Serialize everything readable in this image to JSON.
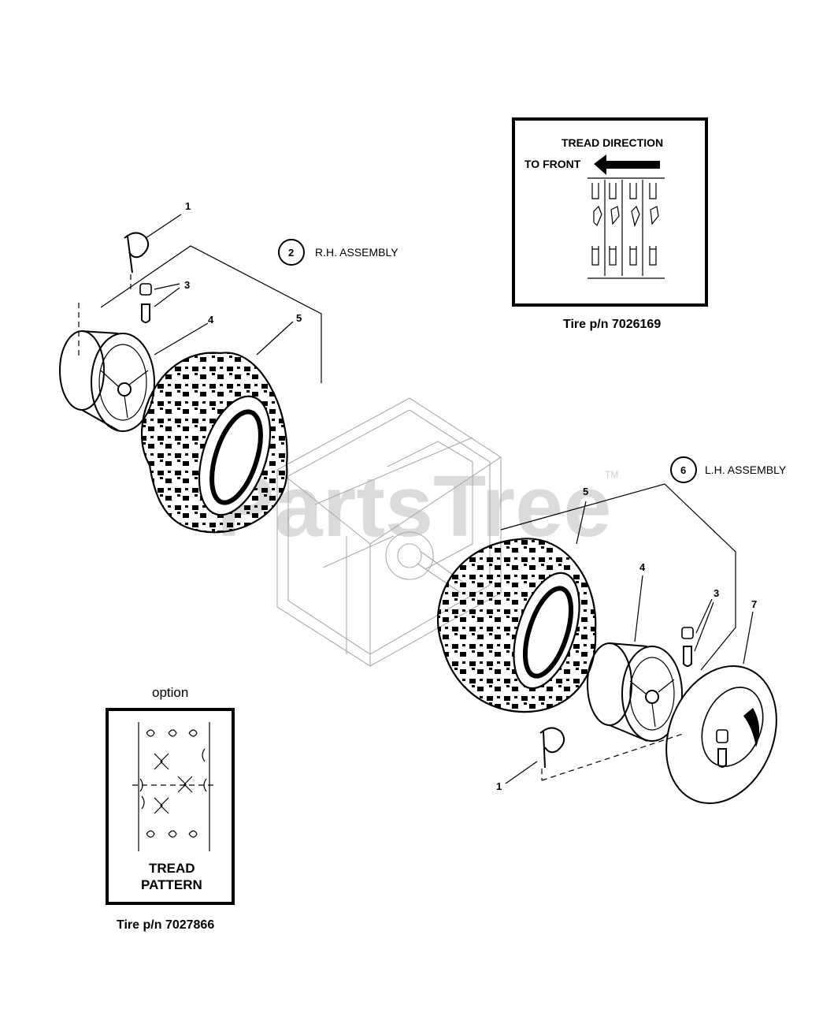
{
  "watermark": {
    "text": "PartsTree",
    "trademark": "TM"
  },
  "tread_direction_box": {
    "title": "TREAD DIRECTION",
    "arrow_label": "TO FRONT",
    "caption": "Tire p/n 7026169"
  },
  "tread_pattern_box": {
    "header": "option",
    "label_line1": "TREAD",
    "label_line2": "PATTERN",
    "caption": "Tire p/n 7027866"
  },
  "assemblies": {
    "rh": {
      "ref": "2",
      "label": "R.H. ASSEMBLY"
    },
    "lh": {
      "ref": "6",
      "label": "L.H. ASSEMBLY"
    }
  },
  "callouts": {
    "rh_pin": "1",
    "rh_valve": "3",
    "rh_rim": "4",
    "rh_tire": "5",
    "lh_tire": "5",
    "lh_rim": "4",
    "lh_valve": "3",
    "lh_tube": "7",
    "lh_pin": "1"
  }
}
